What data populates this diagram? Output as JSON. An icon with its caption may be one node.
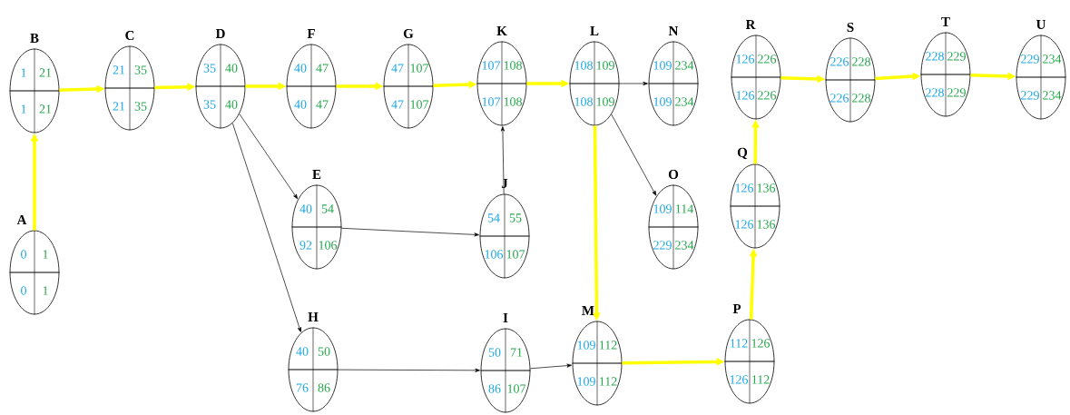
{
  "diagram": {
    "nodes": [
      {
        "text": [
          "A",
          "0",
          "1",
          "0",
          "1"
        ]
      },
      {
        "text": [
          "B",
          "1",
          "21",
          "1",
          "21"
        ]
      },
      {
        "text": [
          "C",
          "21",
          "35",
          "21",
          "35"
        ]
      },
      {
        "text": [
          "D",
          "35",
          "40",
          "35",
          "40"
        ]
      },
      {
        "text": [
          "F",
          "40",
          "47",
          "40",
          "47"
        ]
      },
      {
        "text": [
          "G",
          "47",
          "107",
          "47",
          "107"
        ]
      },
      {
        "text": [
          "K",
          "107",
          "108",
          "107",
          "108"
        ]
      },
      {
        "text": [
          "L",
          "108",
          "109",
          "108",
          "109"
        ]
      },
      {
        "text": [
          "N",
          "109",
          "234",
          "109",
          "234"
        ]
      },
      {
        "text": [
          "R",
          "126",
          "226",
          "126",
          "226"
        ]
      },
      {
        "text": [
          "S",
          "226",
          "228",
          "226",
          "228"
        ]
      },
      {
        "text": [
          "T",
          "228",
          "229",
          "228",
          "229"
        ]
      },
      {
        "text": [
          "U",
          "229",
          "234",
          "229",
          "234"
        ]
      },
      {
        "text": [
          "Q",
          "126",
          "136",
          "126",
          "136"
        ]
      },
      {
        "text": [
          "E",
          "40",
          "54",
          "92",
          "106"
        ]
      },
      {
        "text": [
          "J",
          "54",
          "55",
          "106",
          "107"
        ]
      },
      {
        "text": [
          "O",
          "109",
          "114",
          "229",
          "234"
        ]
      },
      {
        "text": [
          "H",
          "40",
          "50",
          "76",
          "86"
        ]
      },
      {
        "text": [
          "I",
          "50",
          "71",
          "86",
          "107"
        ]
      },
      {
        "text": [
          "M",
          "109",
          "112",
          "109",
          "112"
        ]
      },
      {
        "text": [
          "P",
          "112",
          "126",
          "126",
          "112"
        ]
      }
    ],
    "edges": [
      {
        "from": 0,
        "to": 1,
        "arrow": "to"
      },
      {
        "from": 1,
        "to": 2,
        "arrow": "to"
      },
      {
        "from": 2,
        "to": 3,
        "arrow": "to"
      },
      {
        "from": 3,
        "to": 4,
        "arrow": "to"
      },
      {
        "from": 4,
        "to": 5,
        "arrow": "to"
      },
      {
        "from": 5,
        "to": 6,
        "arrow": "to"
      },
      {
        "from": 6,
        "to": 7,
        "arrow": "to"
      },
      {
        "from": 7,
        "to": 8,
        "arrow": "to",
        "color": "#000000"
      },
      {
        "from": 7,
        "to": 16,
        "arrow": "to",
        "color": "#000000"
      },
      {
        "from": 7,
        "to": 19,
        "arrow": "to"
      },
      {
        "from": 3,
        "to": 14,
        "arrow": "to",
        "color": "#000000"
      },
      {
        "from": 3,
        "to": 17,
        "arrow": "to",
        "color": "#000000"
      },
      {
        "from": 14,
        "to": 15,
        "arrow": "to",
        "color": "#000000"
      },
      {
        "from": 15,
        "to": 6,
        "arrow": "to",
        "color": "#000000"
      },
      {
        "from": 17,
        "to": 18,
        "arrow": "to",
        "color": "#000000"
      },
      {
        "from": 18,
        "to": 19,
        "arrow": "to",
        "color": "#000000"
      },
      {
        "from": 19,
        "to": 20,
        "arrow": "to"
      },
      {
        "from": 20,
        "to": 13,
        "arrow": "to"
      },
      {
        "from": 13,
        "to": 9,
        "arrow": "to"
      },
      {
        "from": 9,
        "to": 10,
        "arrow": "to"
      },
      {
        "from": 10,
        "to": 11,
        "arrow": "to"
      },
      {
        "from": 11,
        "to": 12,
        "arrow": "to"
      }
    ]
  }
}
